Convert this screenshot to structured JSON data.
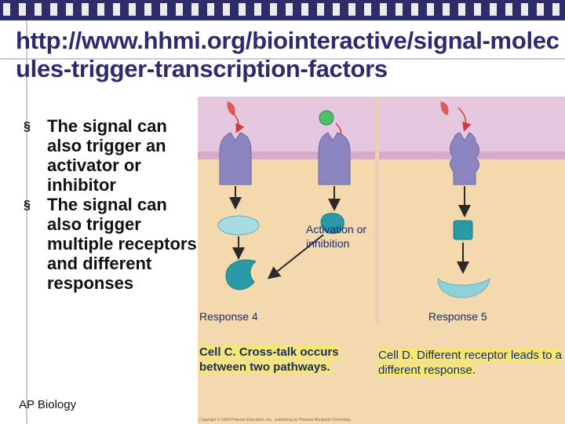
{
  "slide": {
    "title": "http://www.hhmi.org/biointeractive/signal-molecules-trigger-transcription-factors",
    "bullets": [
      "The signal can also trigger an activator or inhibitor",
      "The signal can also trigger multiple receptors and different responses"
    ],
    "bullet_glyph": "§",
    "footer": "AP Biology"
  },
  "figure": {
    "activation_label": "Activation or inhibition",
    "response4": "Response 4",
    "response5": "Response 5",
    "caption_c": "Cell C. Cross-talk occurs between two pathways.",
    "caption_d": "Cell D. Different receptor leads to a different response.",
    "copyright": "Copyright © 2008 Pearson Education, Inc., publishing as Pearson Benjamin Cummings."
  },
  "colors": {
    "header_bar": "#2d2d6e",
    "title": "#2d2a6e",
    "cell_cytoplasm": "#f4d9ae",
    "cell_wall": "#e5c8e0",
    "receptor": "#8c86c0",
    "relay": "#8ecfd8",
    "response": "#2a9aa8",
    "signal_red": "#e05a5a",
    "signal_green": "#4cbf6a"
  },
  "icons": [
    "section-bullet-icon",
    "signal-molecule-icon",
    "receptor-icon",
    "relay-molecule-icon",
    "response-protein-icon",
    "arrow-icon"
  ]
}
